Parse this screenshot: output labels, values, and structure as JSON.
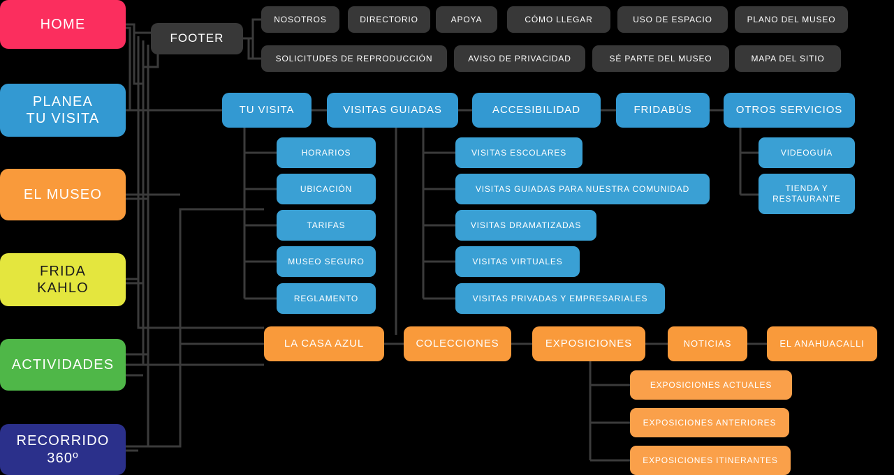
{
  "meta": {
    "title": "Mapa del sitio - Museo Frida Kahlo",
    "type": "sitemap-diagram"
  },
  "colors": {
    "background": "#000000",
    "connector": "#3b3b3b",
    "home": "#FB2E5E",
    "footer": "#383838",
    "planea": "#3399D2",
    "museo": "#F99A3B",
    "frida": "#E4E63E",
    "actividades": "#4FB748",
    "recorrido": "#2B308B",
    "text_light": "#FFFFFF",
    "text_dark": "#1B1B1B"
  },
  "primary": {
    "home": "HOME",
    "planea": "PLANEA\nTU VISITA",
    "museo": "EL MUSEO",
    "frida": "FRIDA\nKAHLO",
    "actividades": "ACTIVIDADES",
    "recorrido": "RECORRIDO\n360º"
  },
  "footer": {
    "label": "FOOTER",
    "items": [
      "NOSOTROS",
      "DIRECTORIO",
      "APOYA",
      "CÓMO LLEGAR",
      "USO DE ESPACIO",
      "PLANO DEL MUSEO",
      "SOLICITUDES DE REPRODUCCIÓN",
      "AVISO DE PRIVACIDAD",
      "SÉ PARTE DEL MUSEO",
      "MAPA DEL SITIO"
    ]
  },
  "planea_row": {
    "items": [
      "TU VISITA",
      "VISITAS GUIADAS",
      "ACCESIBILIDAD",
      "FRIDABÚS",
      "OTROS SERVICIOS"
    ]
  },
  "tu_visita_children": [
    "HORARIOS",
    "UBICACIÓN",
    "TARIFAS",
    "MUSEO SEGURO",
    "REGLAMENTO"
  ],
  "visitas_guiadas_children": [
    "VISITAS ESCOLARES",
    "VISITAS GUIADAS PARA NUESTRA COMUNIDAD",
    "VISITAS DRAMATIZADAS",
    "VISITAS VIRTUALES",
    "VISITAS PRIVADAS Y EMPRESARIALES"
  ],
  "otros_servicios_children": [
    "VIDEOGUÍA",
    "TIENDA Y\nRESTAURANTE"
  ],
  "museo_row": {
    "items": [
      "LA CASA AZUL",
      "COLECCIONES",
      "EXPOSICIONES",
      "NOTICIAS",
      "EL ANAHUACALLI"
    ]
  },
  "exposiciones_children": [
    "EXPOSICIONES ACTUALES",
    "EXPOSICIONES ANTERIORES",
    "EXPOSICIONES ITINERANTES"
  ]
}
